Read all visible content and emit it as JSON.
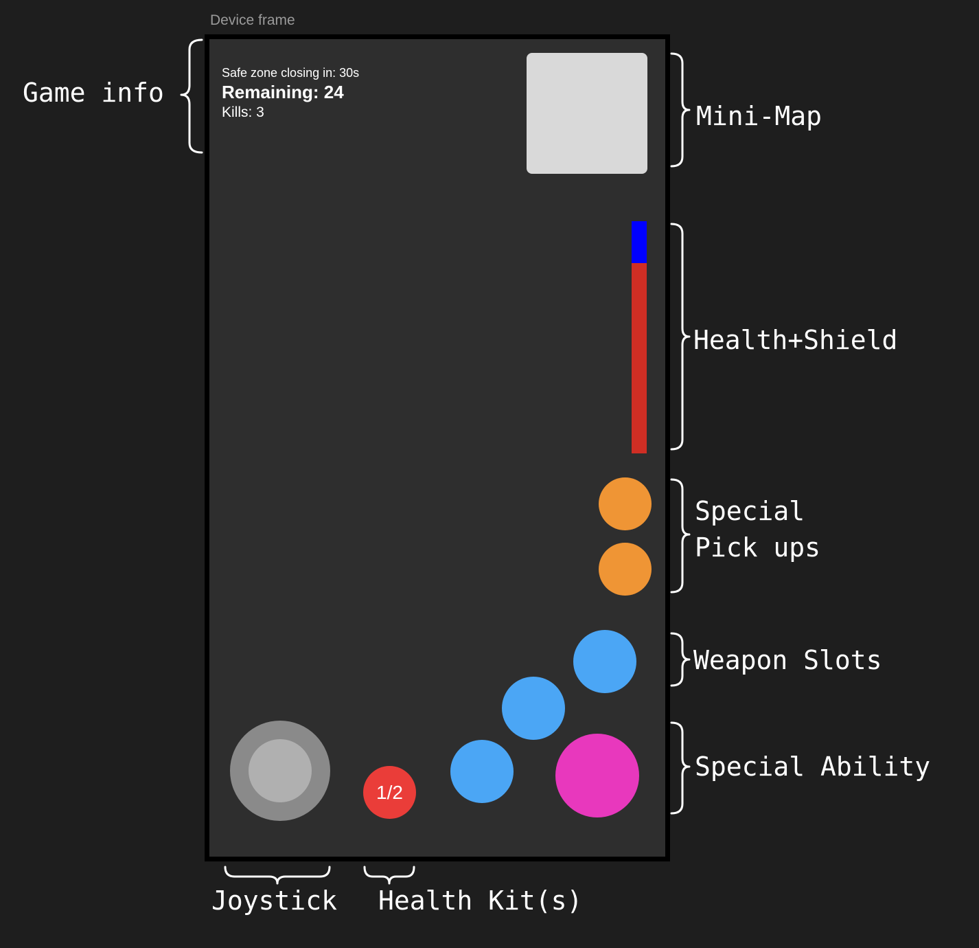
{
  "frame_label": "Device frame",
  "hud": {
    "safe_zone": "Safe zone closing in: 30s",
    "remaining": "Remaining: 24",
    "kills": "Kills: 3",
    "health_kits": "1/2",
    "shield_fraction": 0.18,
    "health_fraction": 0.82
  },
  "annotations": {
    "game_info": "Game info",
    "mini_map": "Mini-Map",
    "health_shield": "Health+Shield",
    "special_pickups_line1": "Special",
    "special_pickups_line2": "Pick ups",
    "weapon_slots": "Weapon Slots",
    "special_ability": "Special Ability",
    "joystick": "Joystick",
    "health_kits": "Health Kit(s)"
  },
  "colors": {
    "background": "#1e1e1e",
    "device": "#2e2e2e",
    "minimap": "#d9d9d9",
    "shield": "#0000ff",
    "health": "#cf2e24",
    "pickup": "#ef9535",
    "weapon": "#4ba6f5",
    "ability": "#e838bd",
    "health_kit": "#ea3d39",
    "joystick_outer": "#8a8a8a",
    "joystick_inner": "#b0b0b0"
  }
}
